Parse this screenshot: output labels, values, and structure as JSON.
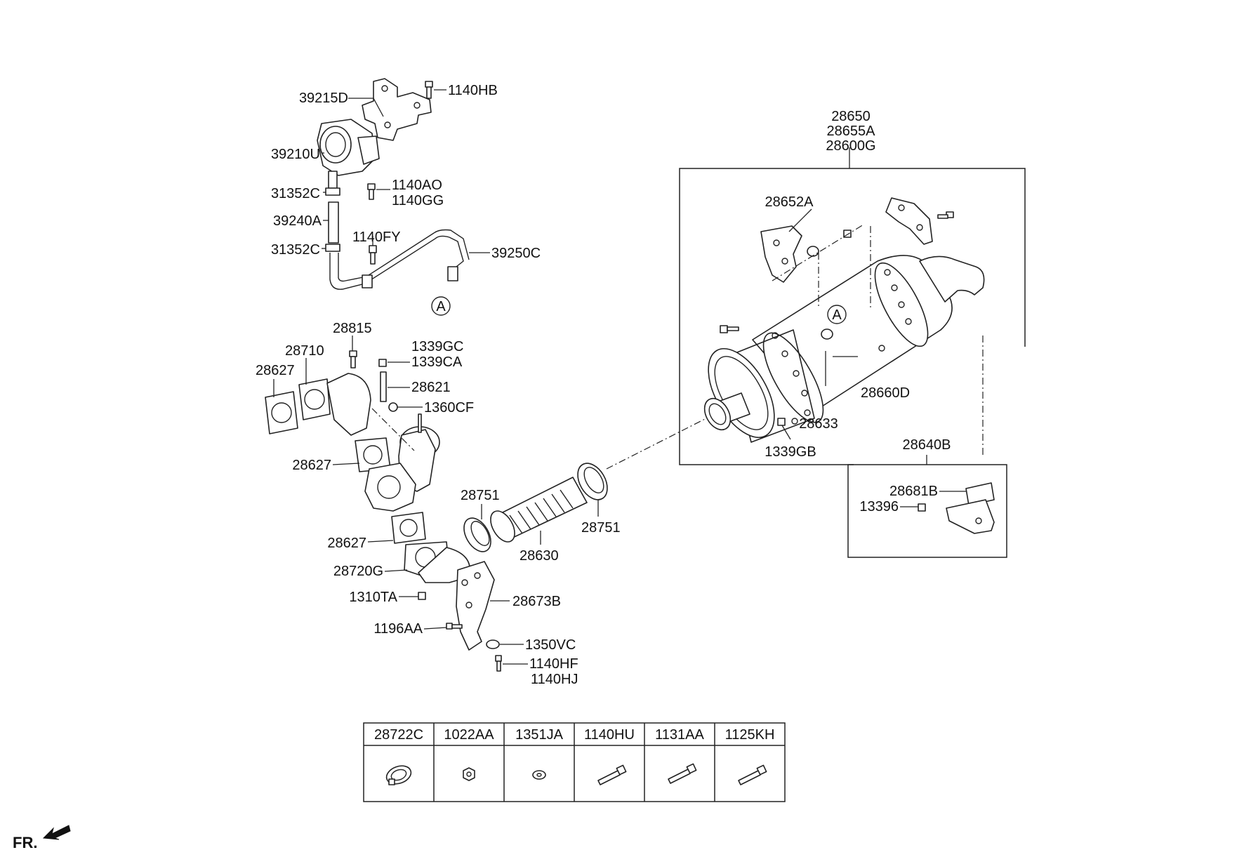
{
  "callouts": {
    "c39215D": "39215D",
    "c1140HB": "1140HB",
    "c39210U": "39210U",
    "c31352C_top": "31352C",
    "c1140AO": "1140AO",
    "c1140GG": "1140GG",
    "c39240A": "39240A",
    "c1140FY": "1140FY",
    "c31352C_bot": "31352C",
    "c39250C": "39250C",
    "markerA_left": "A",
    "c28815": "28815",
    "c28710": "28710",
    "c1339GC": "1339GC",
    "c1339CA": "1339CA",
    "c28627_a": "28627",
    "c28621": "28621",
    "c1360CF": "1360CF",
    "c28627_b": "28627",
    "c28751_left": "28751",
    "c28751_right": "28751",
    "c28630": "28630",
    "c28627_c": "28627",
    "c28720G": "28720G",
    "c1310TA": "1310TA",
    "c28673B": "28673B",
    "c1196AA": "1196AA",
    "c1350VC": "1350VC",
    "c1140HF": "1140HF",
    "c1140HJ": "1140HJ",
    "c28650": "28650",
    "c28655A": "28655A",
    "c28600G": "28600G",
    "c28652A": "28652A",
    "markerA_right": "A",
    "c28660D": "28660D",
    "c28633": "28633",
    "c1339GB": "1339GB",
    "c28640B": "28640B",
    "c28681B": "28681B",
    "c13396": "13396"
  },
  "parts_table": {
    "headers": [
      "28722C",
      "1022AA",
      "1351JA",
      "1140HU",
      "1131AA",
      "1125KH"
    ],
    "icons": [
      "clamp-icon",
      "nut-icon",
      "washer-icon",
      "bolt-icon",
      "bolt-icon",
      "bolt-icon"
    ]
  },
  "direction_label": "FR."
}
